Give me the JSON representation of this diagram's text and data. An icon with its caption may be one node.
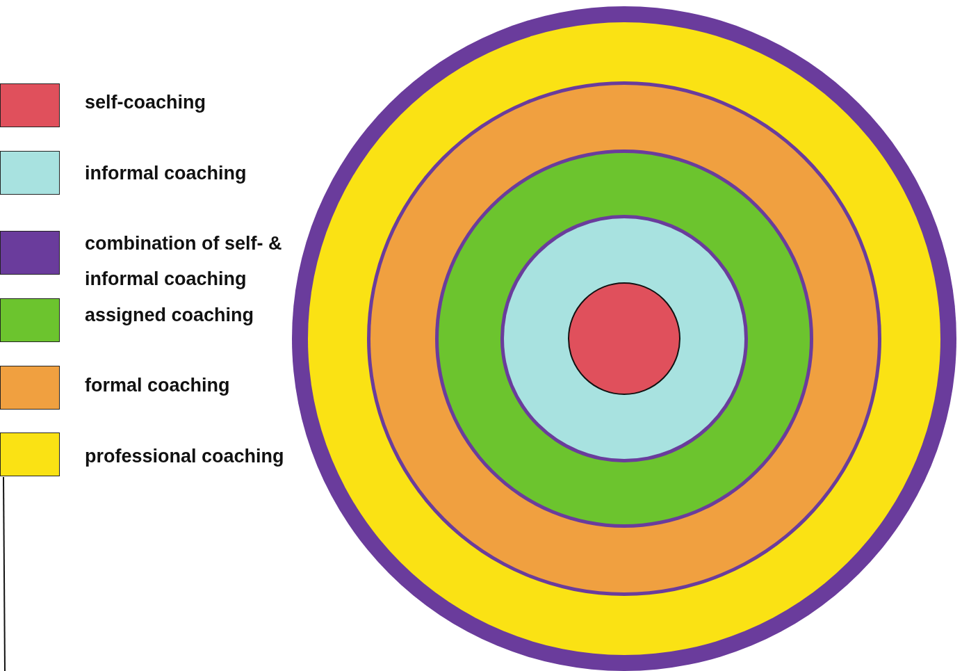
{
  "diagram": {
    "legend": [
      {
        "text": "self-coaching",
        "color": "#e0505c"
      },
      {
        "text": "informal coaching",
        "color": "#a8e2e0"
      },
      {
        "text": "combination of self- & informal coaching",
        "color": "#6a3c9c"
      },
      {
        "text": "assigned coaching",
        "color": "#6cc42e"
      },
      {
        "text": "formal coaching",
        "color": "#f0a040"
      },
      {
        "text": "professional coaching",
        "color": "#fae214"
      }
    ]
  }
}
